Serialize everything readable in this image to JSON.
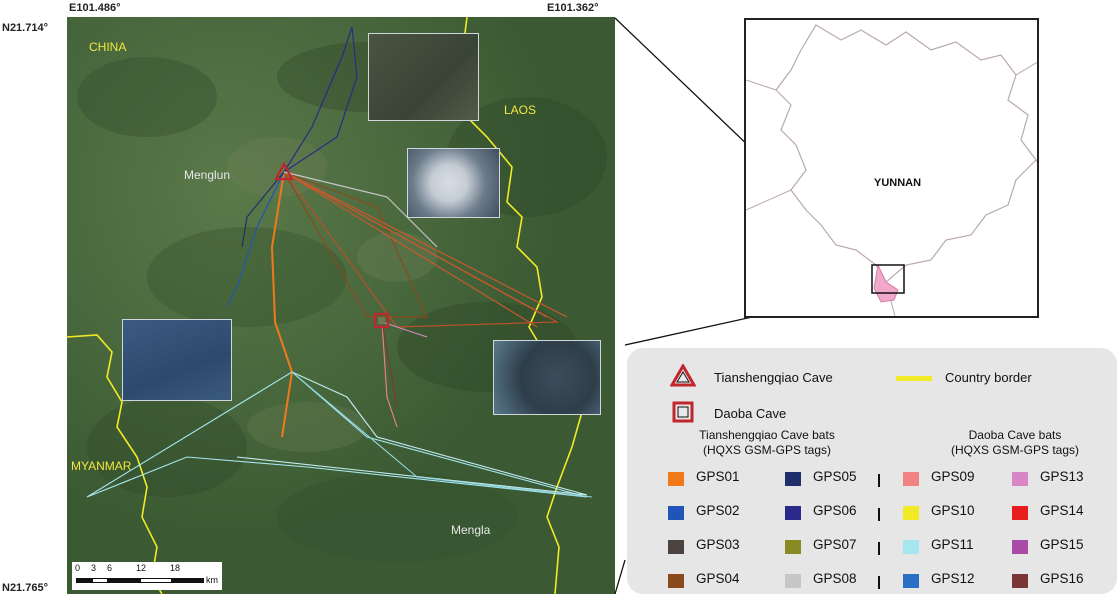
{
  "coords": {
    "top_left_lon": "E101.486°",
    "top_right_lon": "E101.362°",
    "top_lat": "N21.714°",
    "bottom_lat": "N21.765°"
  },
  "map": {
    "countries": [
      "CHINA",
      "LAOS",
      "MYANMAR"
    ],
    "towns": [
      "Menglun",
      "Mengla"
    ],
    "scale_ticks": [
      "0",
      "3",
      "6",
      "12",
      "18"
    ],
    "scale_unit": "km"
  },
  "overview": {
    "region_label": "YUNNAN"
  },
  "legend": {
    "tianshengqiao_cave": "Tianshengqiao Cave",
    "country_border": "Country border",
    "daoba_cave": "Daoba Cave",
    "group1_title": "Tianshengqiao Cave bats",
    "group1_subtitle": "(HQXS GSM-GPS tags)",
    "group2_title": "Daoba Cave bats",
    "group2_subtitle": "(HQXS GSM-GPS tags)",
    "tags": [
      {
        "label": "GPS01",
        "color": "#f07a1a"
      },
      {
        "label": "GPS02",
        "color": "#1f55b8"
      },
      {
        "label": "GPS03",
        "color": "#4a4340"
      },
      {
        "label": "GPS04",
        "color": "#8a4a1e"
      },
      {
        "label": "GPS05",
        "color": "#1e2f6b"
      },
      {
        "label": "GPS06",
        "color": "#2b2a8a"
      },
      {
        "label": "GPS07",
        "color": "#8a8a24"
      },
      {
        "label": "GPS08",
        "color": "#c6c6c6"
      },
      {
        "label": "GPS09",
        "color": "#f08282"
      },
      {
        "label": "GPS10",
        "color": "#f2ea26"
      },
      {
        "label": "GPS11",
        "color": "#a6e6ee"
      },
      {
        "label": "GPS12",
        "color": "#2a6fc4"
      },
      {
        "label": "GPS13",
        "color": "#d886c6"
      },
      {
        "label": "GPS14",
        "color": "#e81e1e"
      },
      {
        "label": "GPS15",
        "color": "#a84aa8"
      },
      {
        "label": "GPS16",
        "color": "#7a3636"
      }
    ],
    "colors": {
      "cave_marker": "#c0262c",
      "border_line": "#f2ea26"
    }
  }
}
